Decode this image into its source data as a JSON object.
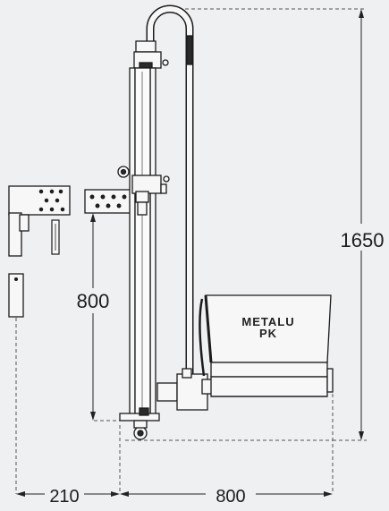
{
  "dimensions": {
    "total_height": "1650",
    "attachment_height": "800",
    "front_offset": "210",
    "base_length": "800"
  },
  "machine": {
    "brand_line1": "METALU",
    "brand_line2": "PK"
  },
  "colors": {
    "background": "#eef0f2",
    "line": "#1c1c1c",
    "dash": "#555555",
    "metal": "#f7f7f7",
    "dark": "#2a2a2a"
  }
}
